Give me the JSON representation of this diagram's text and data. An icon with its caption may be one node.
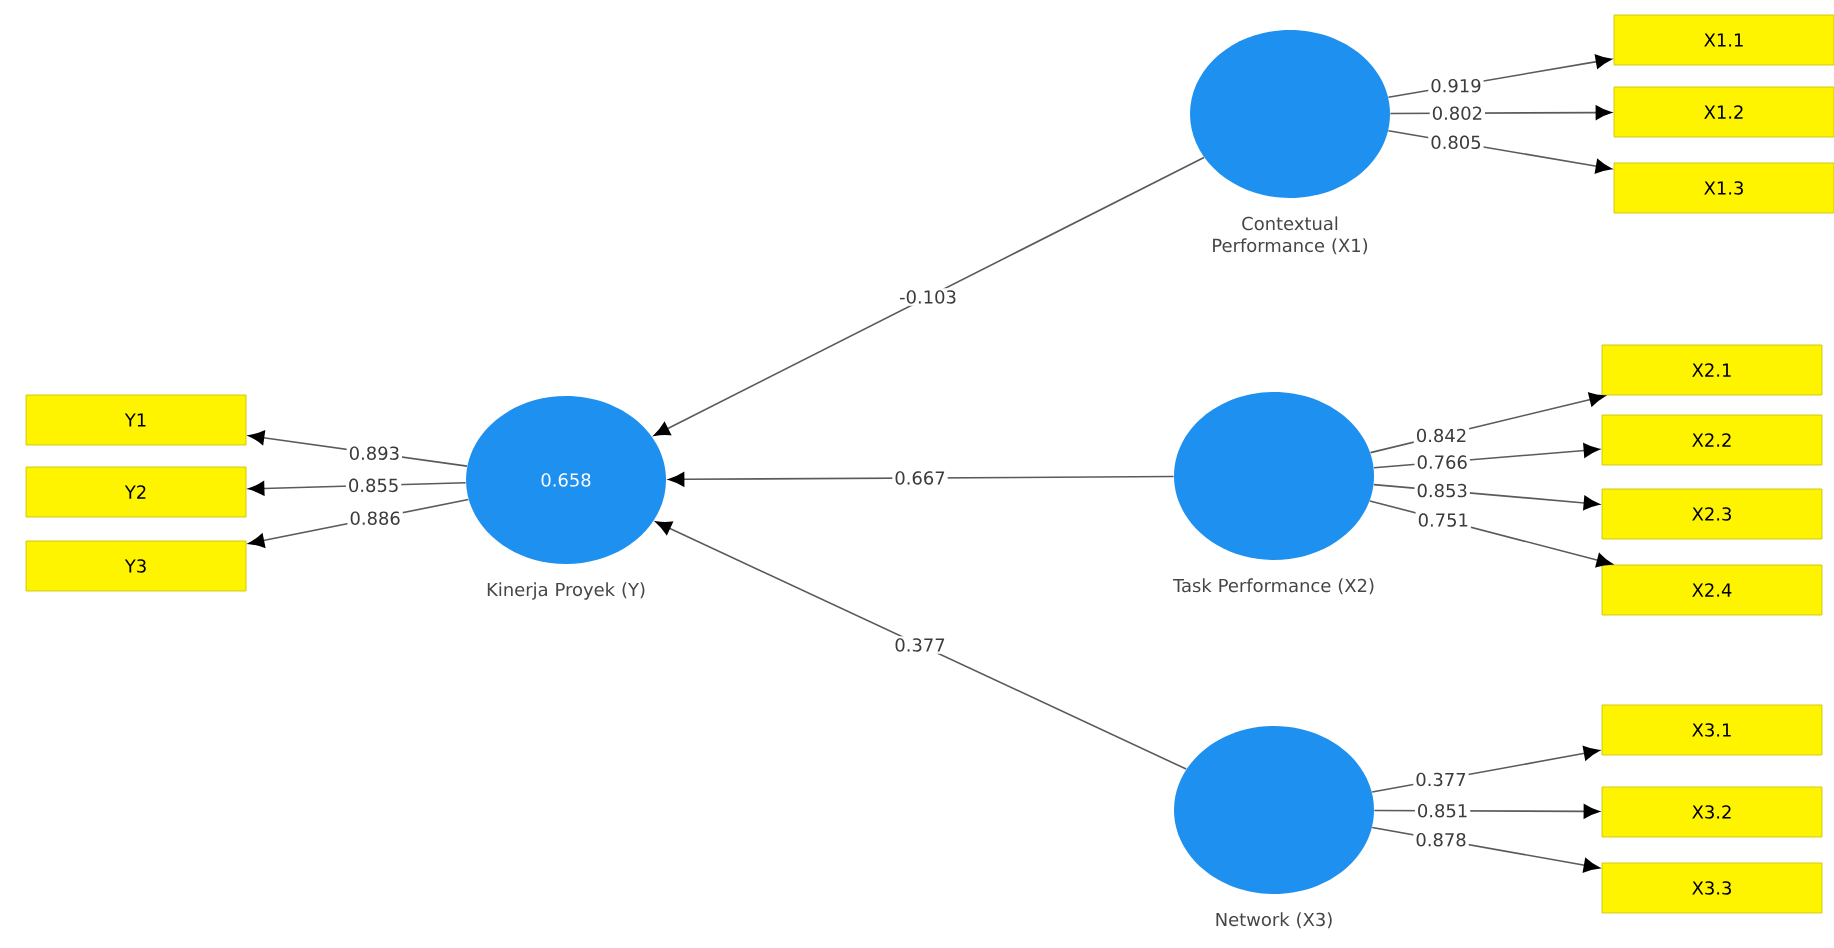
{
  "diagram": {
    "nodes": [
      {
        "text": [
          "Y1"
        ]
      },
      {
        "text": [
          "Y2"
        ]
      },
      {
        "text": [
          "Y3"
        ]
      },
      {
        "text": [
          "0.658"
        ],
        "beside": [
          "Kinerja Proyek (Y)"
        ]
      },
      {
        "text": [],
        "shape": "ellipse",
        "beside": [
          "Contextual Performance (X1)"
        ]
      },
      {
        "text": [
          "X1.1"
        ]
      },
      {
        "text": [
          "X1.2"
        ]
      },
      {
        "text": [
          "X1.3"
        ]
      },
      {
        "text": [],
        "shape": "ellipse",
        "beside": [
          "Task Performance (X2)"
        ]
      },
      {
        "text": [
          "X2.1"
        ]
      },
      {
        "text": [
          "X2.2"
        ]
      },
      {
        "text": [
          "X2.3"
        ]
      },
      {
        "text": [
          "X2.4"
        ]
      },
      {
        "text": [],
        "shape": "ellipse",
        "beside": [
          "Network (X3)"
        ]
      },
      {
        "text": [
          "X3.1"
        ]
      },
      {
        "text": [
          "X3.2"
        ]
      },
      {
        "text": [
          "X3.3"
        ]
      }
    ],
    "edges": [
      {
        "from": 3,
        "to": 0,
        "arrow": "to",
        "label": "0.893"
      },
      {
        "from": 3,
        "to": 1,
        "arrow": "to",
        "label": "0.855"
      },
      {
        "from": 3,
        "to": 2,
        "arrow": "to",
        "label": "0.886"
      },
      {
        "from": 4,
        "to": 3,
        "arrow": "to",
        "label": "-0.103"
      },
      {
        "from": 8,
        "to": 3,
        "arrow": "to",
        "label": "0.667"
      },
      {
        "from": 13,
        "to": 3,
        "arrow": "to",
        "label": "0.377"
      },
      {
        "from": 4,
        "to": 5,
        "arrow": "to",
        "label": "0.919"
      },
      {
        "from": 4,
        "to": 6,
        "arrow": "to",
        "label": "0.802"
      },
      {
        "from": 4,
        "to": 7,
        "arrow": "to",
        "label": "0.805"
      },
      {
        "from": 8,
        "to": 9,
        "arrow": "to",
        "label": "0.842"
      },
      {
        "from": 8,
        "to": 10,
        "arrow": "to",
        "label": "0.766"
      },
      {
        "from": 8,
        "to": 11,
        "arrow": "to",
        "label": "0.853"
      },
      {
        "from": 8,
        "to": 12,
        "arrow": "to",
        "label": "0.751"
      },
      {
        "from": 13,
        "to": 14,
        "arrow": "to",
        "label": "0.377"
      },
      {
        "from": 13,
        "to": 15,
        "arrow": "to",
        "label": "0.851"
      },
      {
        "from": 13,
        "to": 16,
        "arrow": "to",
        "label": "0.878"
      }
    ]
  }
}
